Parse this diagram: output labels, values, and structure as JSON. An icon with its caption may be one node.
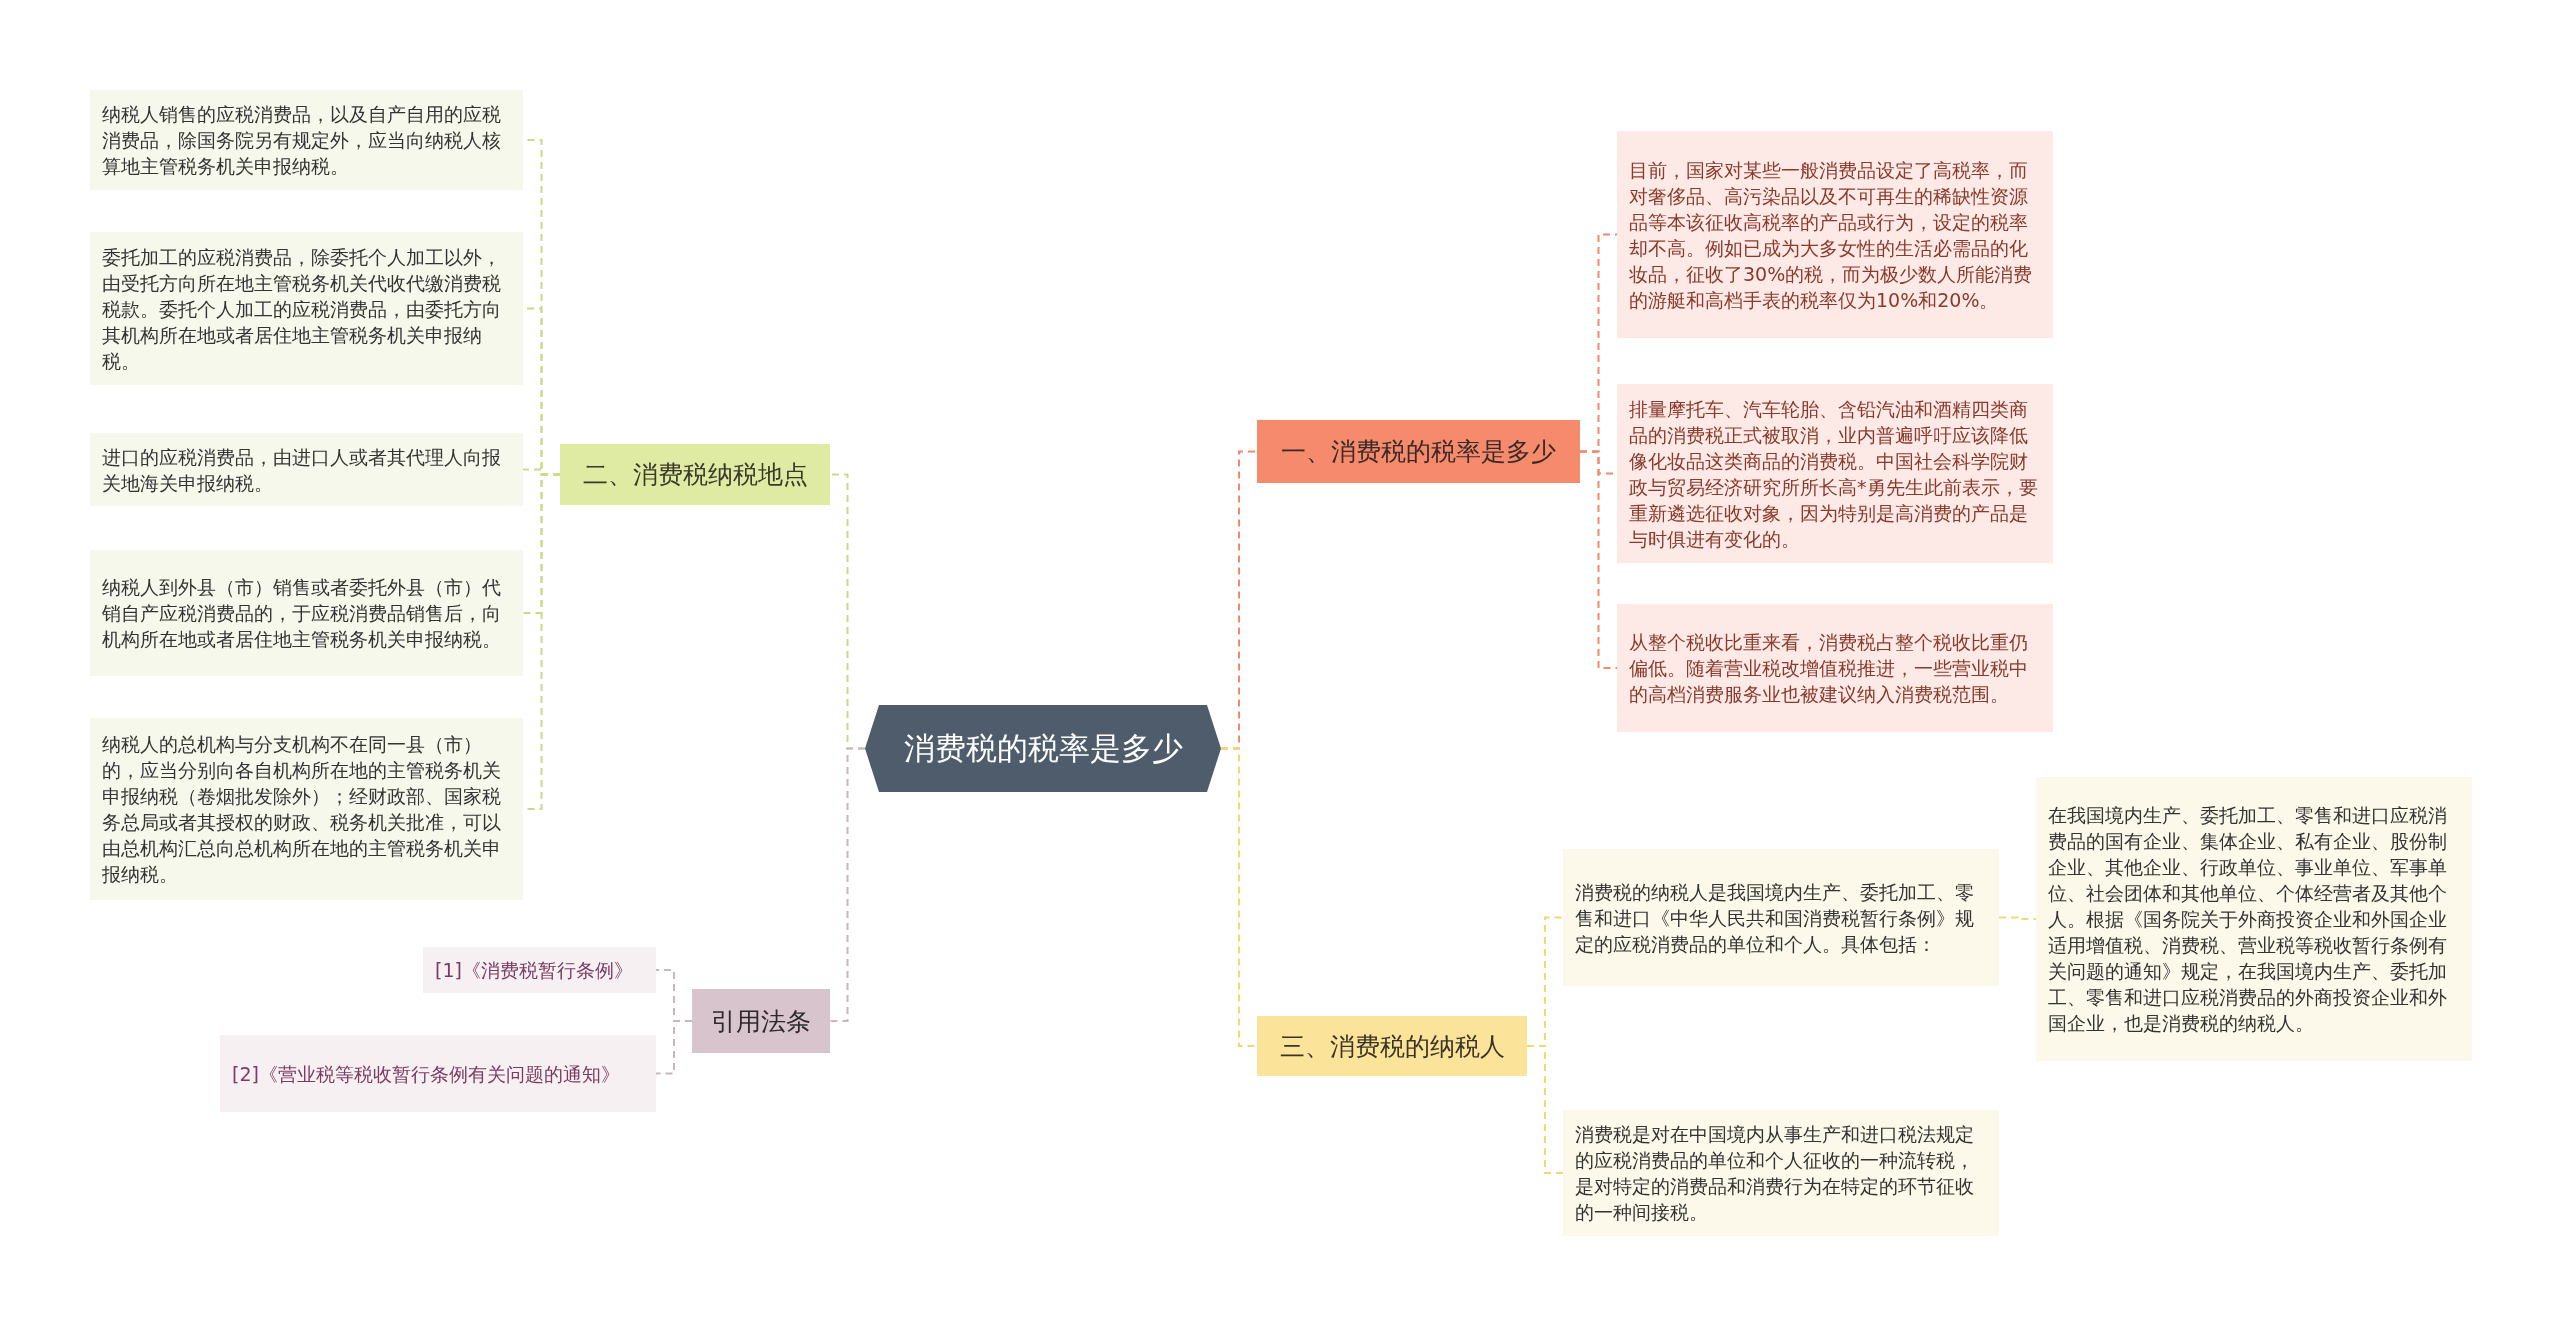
{
  "diagram": {
    "nodes": [
      {
        "text": [
          "消费税的税率是多少"
        ]
      },
      {
        "text": [
          "一、消费税的税率是多少"
        ]
      },
      {
        "text": [
          "目前，国家对某些一般消费品设定了高税率，而对奢侈品、高污染品以及不可再生的稀缺性资源品等本该征收高税率的产品或行为，设定的税率却不高。例如已成为大多女性的生活必需品的化妆品，征收了30%的税，而为极少数人所能消费的游艇和高档手表的税率仅为10%和20%。"
        ]
      },
      {
        "text": [
          "排量摩托车、汽车轮胎、含铅汽油和酒精四类商品的消费税正式被取消，业内普遍呼吁应该降低像化妆品这类商品的消费税。中国社会科学院财政与贸易经济研究所所长高*勇先生此前表示，要重新遴选征收对象，因为特别是高消费的产品是与时俱进有变化的。"
        ]
      },
      {
        "text": [
          "从整个税收比重来看，消费税占整个税收比重仍偏低。随着营业税改增值税推进，一些营业税中的高档消费服务业也被建议纳入消费税范围。"
        ]
      },
      {
        "text": [
          "三、消费税的纳税人"
        ]
      },
      {
        "text": [
          "消费税的纳税人是我国境内生产、委托加工、零售和进口《中华人民共和国消费税暂行条例》规定的应税消费品的单位和个人。具体包括："
        ]
      },
      {
        "text": [
          "在我国境内生产、委托加工、零售和进口应税消费品的国有企业、集体企业、私有企业、股份制企业、其他企业、行政单位、事业单位、军事单位、社会团体和其他单位、个体经营者及其他个人。根据《国务院关于外商投资企业和外国企业适用增值税、消费税、营业税等税收暂行条例有关问题的通知》规定，在我国境内生产、委托加工、零售和进口应税消费品的外商投资企业和外国企业，也是消费税的纳税人。"
        ]
      },
      {
        "text": [
          "消费税是对在中国境内从事生产和进口税法规定的应税消费品的单位和个人征收的一种流转税，是对特定的消费品和消费行为在特定的环节征收的一种间接税。"
        ]
      },
      {
        "text": [
          "二、消费税纳税地点"
        ]
      },
      {
        "text": [
          "纳税人销售的应税消费品，以及自产自用的应税消费品，除国务院另有规定外，应当向纳税人核算地主管税务机关申报纳税。"
        ]
      },
      {
        "text": [
          "委托加工的应税消费品，除委托个人加工以外，由受托方向所在地主管税务机关代收代缴消费税税款。委托个人加工的应税消费品，由委托方向其机构所在地或者居住地主管税务机关申报纳税。"
        ]
      },
      {
        "text": [
          "进口的应税消费品，由进口人或者其代理人向报关地海关申报纳税。"
        ]
      },
      {
        "text": [
          "纳税人到外县（市）销售或者委托外县（市）代销自产应税消费品的，于应税消费品销售后，向机构所在地或者居住地主管税务机关申报纳税。"
        ]
      },
      {
        "text": [
          "纳税人的总机构与分支机构不在同一县（市）的，应当分别向各自机构所在地的主管税务机关申报纳税（卷烟批发除外）；经财政部、国家税务总局或者其授权的财政、税务机关批准，可以由总机构汇总向总机构所在地的主管税务机关申报纳税。"
        ]
      },
      {
        "text": [
          "引用法条"
        ]
      },
      {
        "text": [
          "[1]《消费税暂行条例》"
        ]
      },
      {
        "text": [
          "[2]《营业税等税收暂行条例有关问题的通知》"
        ]
      }
    ],
    "edges": [
      {
        "from": 0,
        "to": 1,
        "arrow": "none",
        "color": "#f08a6c"
      },
      {
        "from": 1,
        "to": 2,
        "arrow": "none",
        "color": "#f08a6c"
      },
      {
        "from": 1,
        "to": 3,
        "arrow": "none",
        "color": "#f08a6c"
      },
      {
        "from": 1,
        "to": 4,
        "arrow": "none",
        "color": "#f08a6c"
      },
      {
        "from": 0,
        "to": 5,
        "arrow": "none",
        "color": "#f3d777"
      },
      {
        "from": 5,
        "to": 6,
        "arrow": "none",
        "color": "#f3d777"
      },
      {
        "from": 6,
        "to": 7,
        "arrow": "none",
        "color": "#f3d777"
      },
      {
        "from": 5,
        "to": 8,
        "arrow": "none",
        "color": "#f3d777"
      },
      {
        "from": 0,
        "to": 9,
        "arrow": "none"
      },
      {
        "from": 9,
        "to": 10,
        "arrow": "none"
      },
      {
        "from": 9,
        "to": 11,
        "arrow": "none"
      },
      {
        "from": 9,
        "to": 12,
        "arrow": "none"
      },
      {
        "from": 9,
        "to": 13,
        "arrow": "none"
      },
      {
        "from": 9,
        "to": 14,
        "arrow": "none"
      },
      {
        "from": 0,
        "to": 15,
        "arrow": "none",
        "color": "#c9b6be"
      },
      {
        "from": 15,
        "to": 16,
        "arrow": "none",
        "color": "#c9b6be"
      },
      {
        "from": 15,
        "to": 17,
        "arrow": "none",
        "color": "#c9b6be"
      }
    ]
  }
}
